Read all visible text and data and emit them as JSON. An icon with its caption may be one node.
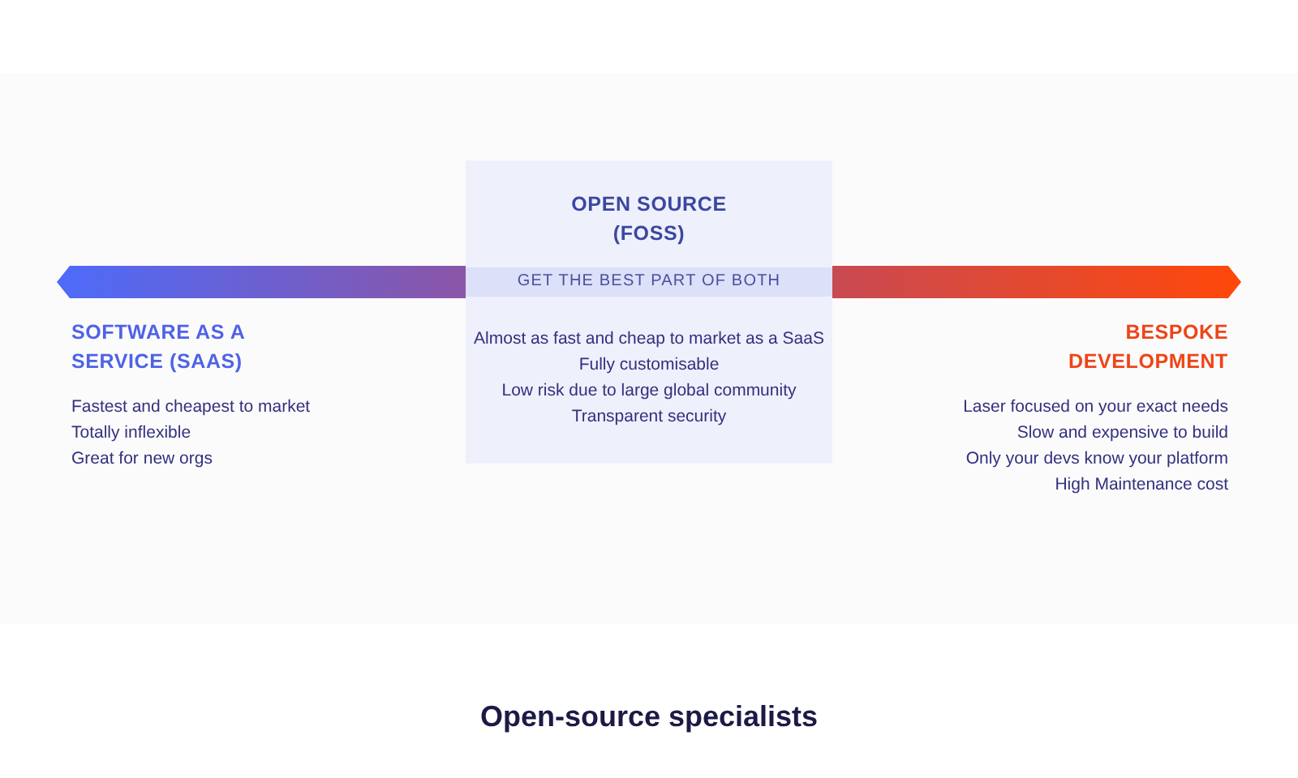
{
  "diagram": {
    "caption": "Open-source specialists",
    "nodes": [
      {
        "text": [
          "SOFTWARE AS A SERVICE (SAAS)",
          "Fastest and cheapest to market",
          "Totally inflexible",
          "Great for new orgs"
        ]
      },
      {
        "text": [
          "OPEN SOURCE (FOSS)",
          "GET THE BEST PART OF BOTH",
          "Almost as fast and cheap to market as a SaaS",
          "Fully customisable",
          "Low risk due to large global community",
          "Transparent security"
        ]
      },
      {
        "text": [
          "BESPOKE DEVELOPMENT",
          "Laser focused on your exact needs",
          "Slow and expensive to build",
          "Only your devs know your platform",
          "High Maintenance cost"
        ]
      }
    ]
  }
}
